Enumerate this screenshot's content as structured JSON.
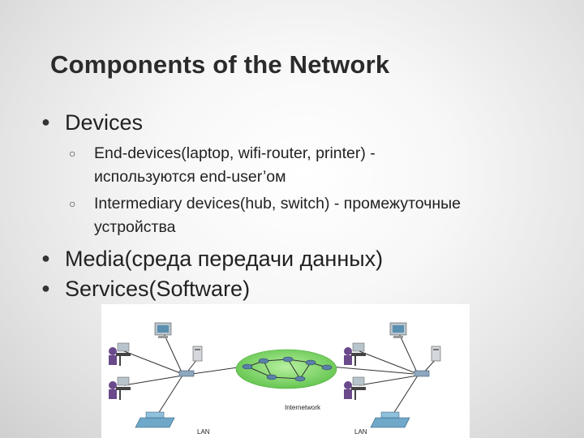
{
  "slide": {
    "title": "Components of the Network",
    "bullets": {
      "devices": "Devices",
      "end_devices_line1": "End-devices(laptop, wifi-router, printer) -",
      "end_devices_line2": "используются end-user’ом",
      "intermediary_line1": "Intermediary devices(hub, switch) - промежуточные",
      "intermediary_line2": "устройства",
      "media": "Media(среда передачи данных)",
      "services": "Services(Software)"
    }
  },
  "diagram": {
    "label_lan_left": "LAN",
    "label_internetwork": "Internetwork",
    "label_lan_right": "LAN"
  }
}
